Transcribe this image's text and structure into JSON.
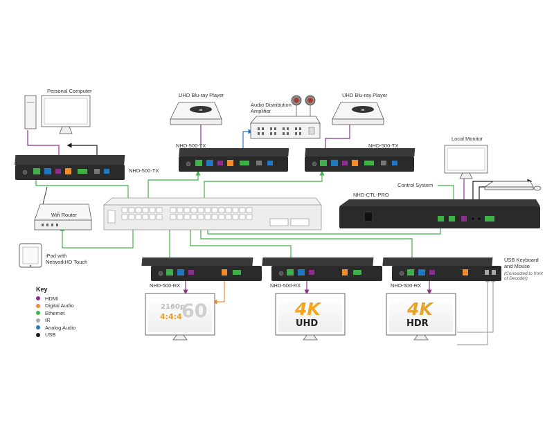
{
  "labels": {
    "personal_computer": "Personal Computer",
    "bluray_left": "UHD Blu-ray Player",
    "bluray_right": "UHD Blu-ray Player",
    "audio_amp": "Audio Distribution\nAmplifier",
    "local_monitor": "Local Monitor",
    "control_system": "Control System",
    "tx_left": "NHD-500-TX",
    "tx_center": "NHD-500-TX",
    "tx_right": "NHD-500-TX",
    "ctl_pro": "NHD-CTL-PRO",
    "wifi_router": "Wifi Router",
    "ipad": "iPad with\nNetworkHD Touch",
    "rx_left": "NHD-500-RX",
    "rx_center": "NHD-500-RX",
    "rx_right": "NHD-500-RX",
    "usb_kbd": "USB Keyboard\nand Mouse",
    "usb_kbd_note": "(Connected to front\nof Decoder)"
  },
  "screens": {
    "left_top": "2160p",
    "left_sub": "4:4:4",
    "left_big": "60",
    "center_big": "4K",
    "center_sub": "UHD",
    "right_big": "4K",
    "right_sub": "HDR"
  },
  "legend": {
    "title": "Key",
    "items": [
      {
        "label": "HDMI",
        "color": "#8b2f8f"
      },
      {
        "label": "Digital Audio",
        "color": "#f28c28"
      },
      {
        "label": "Ethernet",
        "color": "#3fb04a"
      },
      {
        "label": "IR",
        "color": "#a8a8a8"
      },
      {
        "label": "Analog Audio",
        "color": "#1f78c1"
      },
      {
        "label": "USB",
        "color": "#1a1a1a"
      }
    ]
  },
  "colors": {
    "hdmi": "#8b2f8f",
    "digital_audio": "#f28c28",
    "ethernet": "#3fb04a",
    "ir": "#a8a8a8",
    "analog_audio": "#1f78c1",
    "usb": "#1a1a1a",
    "device_body": "#2a2a2a",
    "switch_body": "#ececec"
  }
}
